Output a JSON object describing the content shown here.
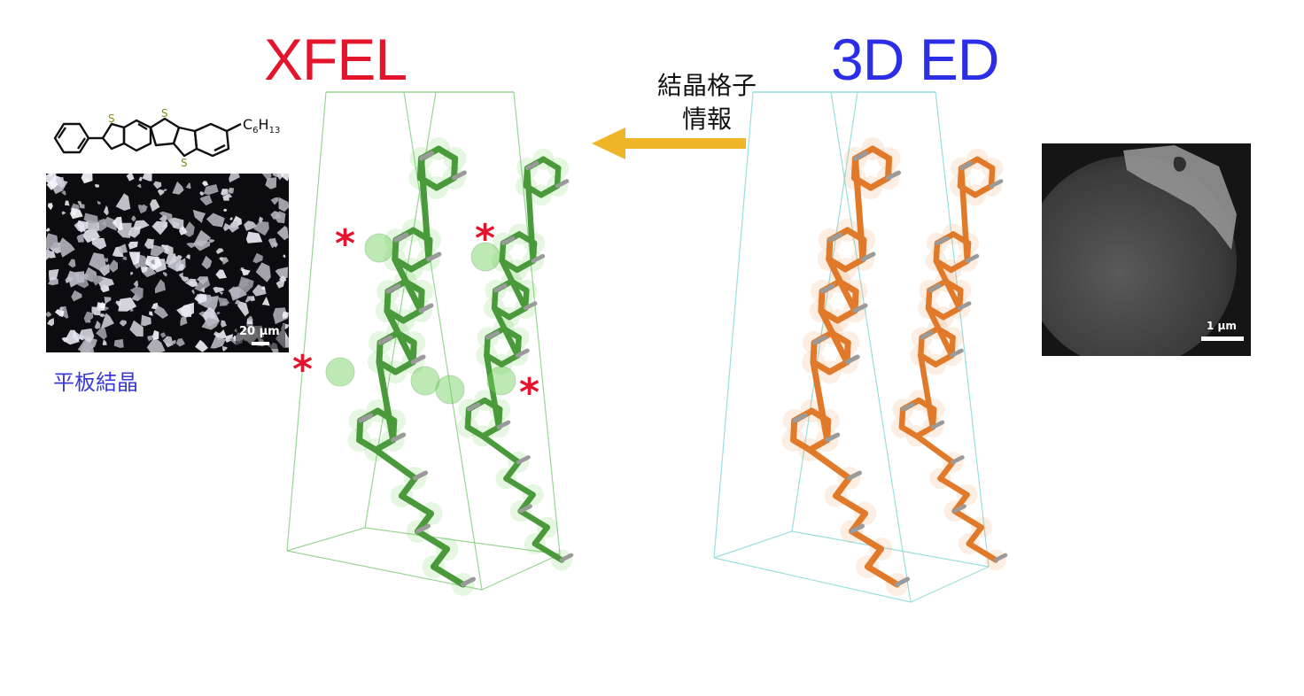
{
  "titles": {
    "xfel": "XFEL",
    "ed3d": "3D ED",
    "xfel_color": "#e3142c",
    "ed3d_color": "#2b2ee6"
  },
  "arrow": {
    "label_line1": "結晶格子",
    "label_line2": "情報",
    "color": "#f0b429"
  },
  "molecule": {
    "sulfur_label": "S",
    "substituent": "C",
    "sub6": "6",
    "h": "H",
    "sub13": "13"
  },
  "optical_image": {
    "scale_bar": "20 µm",
    "caption": "平板結晶",
    "caption_color": "#3a3ad6"
  },
  "tem_image": {
    "scale_bar": "1 µm"
  },
  "markers": {
    "symbol": "*",
    "color": "#e3142c"
  },
  "colors": {
    "xfel_model": "#4a9a3c",
    "xfel_density": "#6fcf5a",
    "xfel_cell": "#8fd18a",
    "ed_model": "#e07a2a",
    "ed_density": "#f0a060",
    "ed_cell": "#8fdcd8",
    "hydrogen": "#9a9a9a",
    "sulfur": "#c9c23a"
  }
}
